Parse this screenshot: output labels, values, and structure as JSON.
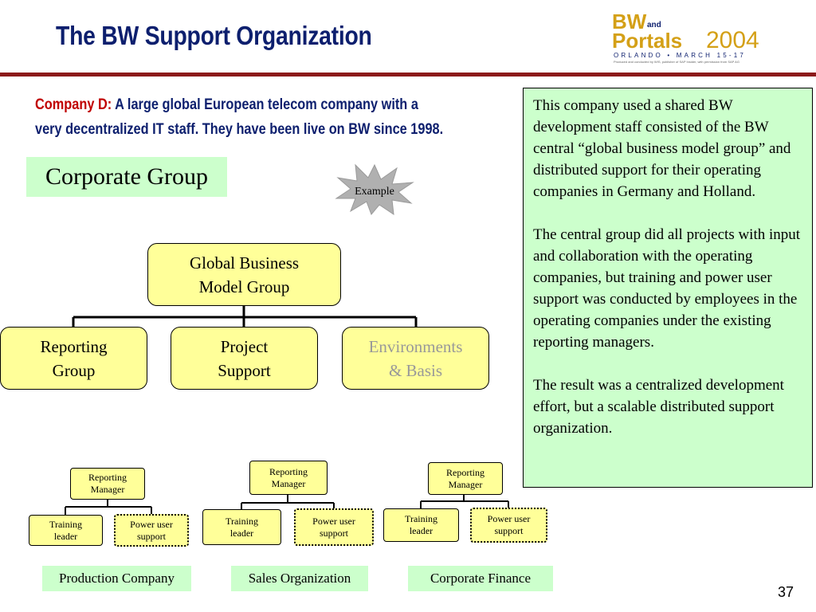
{
  "slide": {
    "title": "The BW Support Organization",
    "page_number": "37",
    "accent_color": "#8b1a1a",
    "title_color": "#0d1f6e"
  },
  "logo": {
    "line1": "BW",
    "and": "and",
    "line2": "Portals",
    "year": "2004",
    "tagline": "ORLANDO • MARCH 15-17",
    "credit": "Produced and conducted by WIS, publisher of SAP Insider, with permission from SAP AG"
  },
  "intro": {
    "lead": "Company D:",
    "text": " A large global European telecom company with a very decentralized IT staff. They have been live on BW since 1998."
  },
  "corporate_group_label": "Corporate Group",
  "example_badge": "Example",
  "org_chart": {
    "root": {
      "line1": "Global Business",
      "line2": "Model Group"
    },
    "children": [
      {
        "line1": "Reporting",
        "line2": "Group"
      },
      {
        "line1": "Project",
        "line2": "Support"
      },
      {
        "line1": "Environments",
        "line2": "& Basis"
      }
    ]
  },
  "sub_orgs": [
    {
      "manager": {
        "line1": "Reporting",
        "line2": "Manager"
      },
      "training": {
        "line1": "Training",
        "line2": "leader"
      },
      "power": {
        "line1": "Power user",
        "line2": "support"
      },
      "label": "Production Company"
    },
    {
      "manager": {
        "line1": "Reporting",
        "line2": "Manager"
      },
      "training": {
        "line1": "Training",
        "line2": "leader"
      },
      "power": {
        "line1": "Power user",
        "line2": "support"
      },
      "label": "Sales Organization"
    },
    {
      "manager": {
        "line1": "Reporting",
        "line2": "Manager"
      },
      "training": {
        "line1": "Training",
        "line2": "leader"
      },
      "power": {
        "line1": "Power user",
        "line2": "support"
      },
      "label": "Corporate Finance"
    }
  ],
  "info_box": {
    "paragraphs": [
      "This company used a shared BW development staff consisted of the BW central “global business model group” and distributed support for their operating companies in Germany and Holland.",
      "The central group did all projects with input and collaboration with the operating companies, but training and power user support was conducted by employees in the operating companies under the existing reporting managers.",
      "The result was a centralized development effort, but a scalable distributed support organization."
    ]
  }
}
